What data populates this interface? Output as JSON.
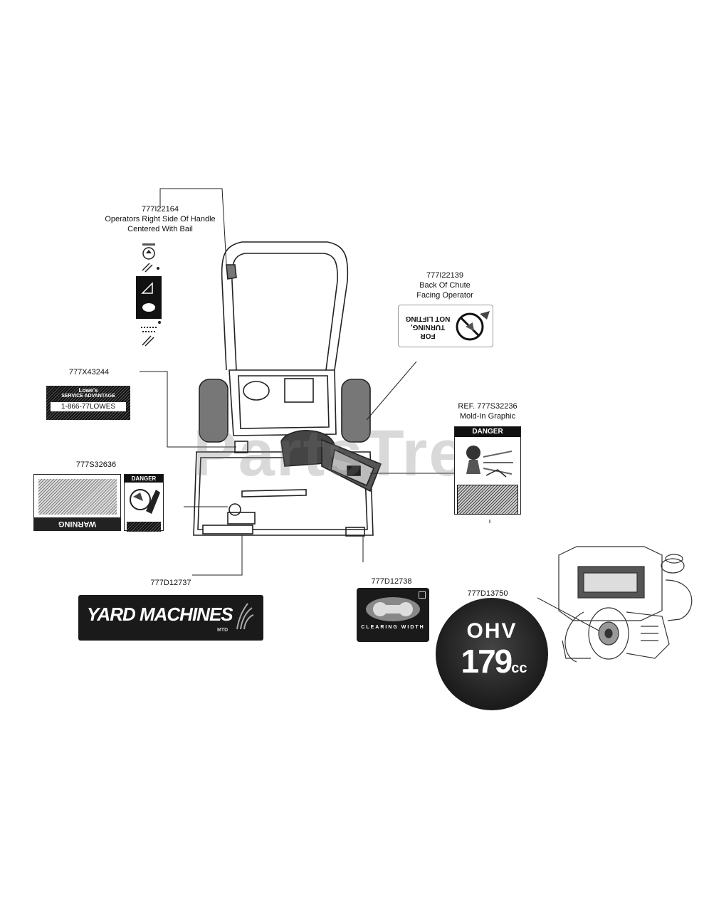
{
  "callouts": {
    "c1": {
      "part": "777I22164",
      "line1": "Operators Right Side Of Handle",
      "line2": "Centered With Bail"
    },
    "c2": {
      "part": "777I22139",
      "line1": "Back Of Chute",
      "line2": "Facing Operator"
    },
    "c3": {
      "part": "777X43244"
    },
    "c4": {
      "part": "REF. 777S32236",
      "line1": "Mold-In Graphic"
    },
    "c5": {
      "part": "777S32636"
    },
    "c6": {
      "part": "777D12737"
    },
    "c7": {
      "part": "777D12738"
    },
    "c8": {
      "part": "777D13750"
    }
  },
  "decals": {
    "chute": {
      "line1": "FOR TURNING,",
      "line2": "NOT LIFTING"
    },
    "lowes": {
      "line1": "Lowe's",
      "line2": "SERVICE ADVANTAGE",
      "line3": "1-866-77LOWES"
    },
    "danger_big": {
      "header": "DANGER"
    },
    "warning": {
      "header": "WARNING",
      "danger": "DANGER"
    },
    "yard": {
      "brand": "YARD MACHINES",
      "sub": "MTD"
    },
    "clearing": {
      "text": "CLEARING WIDTH"
    },
    "ohv": {
      "line1": "OHV",
      "line2": "179",
      "unit": "cc"
    }
  },
  "watermark": "PartsTree"
}
